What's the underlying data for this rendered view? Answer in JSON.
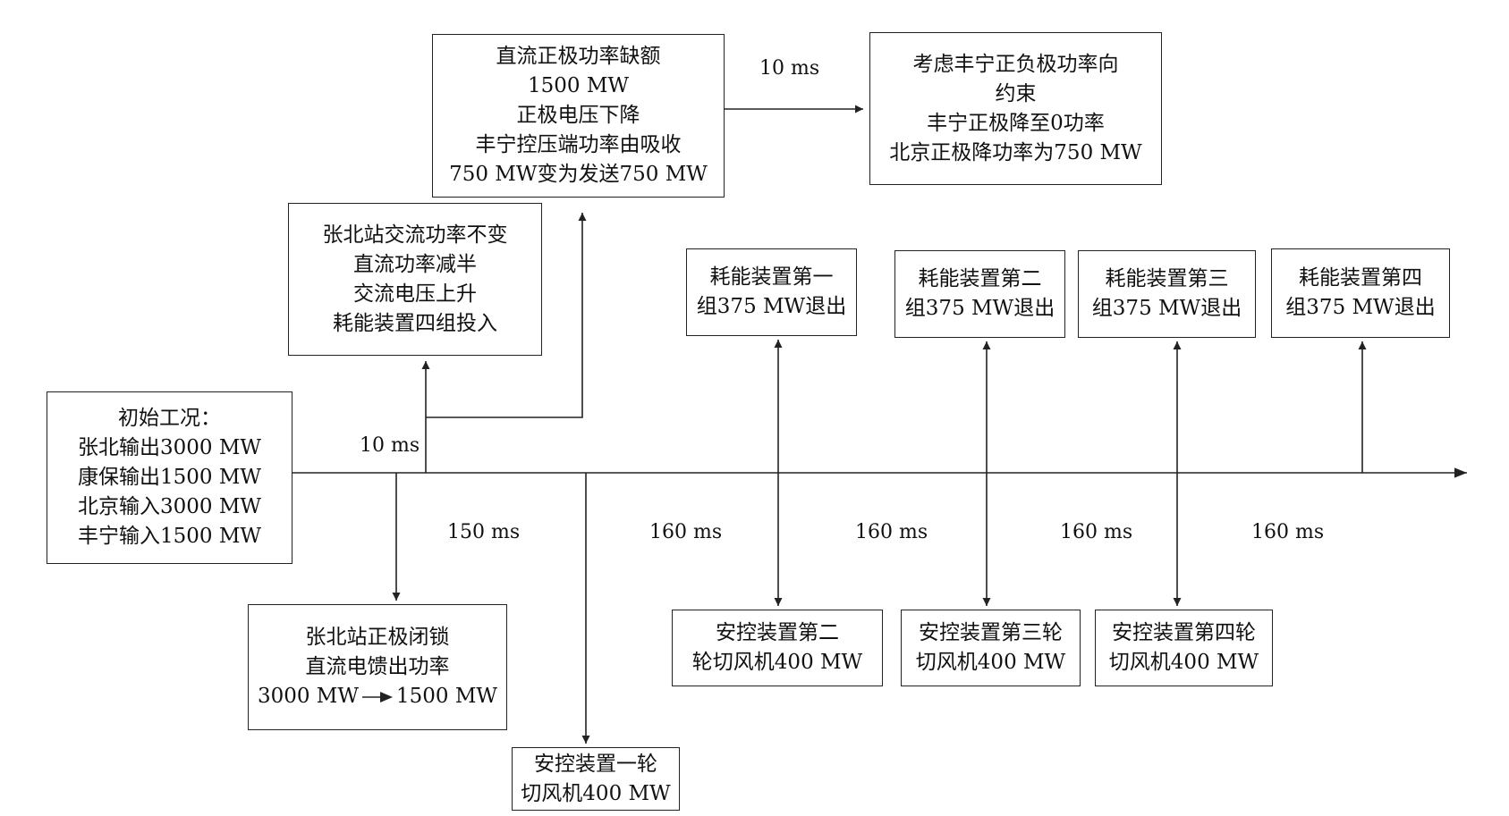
{
  "boxes": {
    "initial": [
      "初始工况：",
      "张北输出3000 MW",
      "康保输出1500 MW",
      "北京输入3000 MW",
      "丰宁输入1500 MW"
    ],
    "zhangbei_ac": [
      "张北站交流功率不变",
      "直流功率减半",
      "交流电压上升",
      "耗能装置四组投入"
    ],
    "dc_positive": [
      "直流正极功率缺额",
      "1500 MW",
      "正极电压下降",
      "丰宁控压端功率由吸收",
      "750 MW变为发送750 MW"
    ],
    "fengning_constraint": [
      "考虑丰宁正负极功率向",
      "约束",
      "丰宁正极降至0功率",
      "北京正极降功率为750 MW"
    ],
    "pole_block": [
      "张北站正极闭锁",
      "直流电馈出功率",
      "3000 MW",
      "1500 MW"
    ],
    "stability_1": [
      "安控装置一轮",
      "切风机400 MW"
    ],
    "energy_1": [
      "耗能装置第一",
      "组375 MW退出"
    ],
    "energy_2": [
      "耗能装置第二",
      "组375 MW退出"
    ],
    "energy_3": [
      "耗能装置第三",
      "组375 MW退出"
    ],
    "energy_4": [
      "耗能装置第四",
      "组375 MW退出"
    ],
    "stability_2": [
      "安控装置第二",
      "轮切风机400 MW"
    ],
    "stability_3": [
      "安控装置第三轮",
      "切风机400 MW"
    ],
    "stability_4": [
      "安控装置第四轮",
      "切风机400 MW"
    ]
  },
  "intervals": {
    "top_10ms": "10 ms",
    "left_10ms": "10 ms",
    "i150": "150 ms",
    "i160a": "160 ms",
    "i160b": "160 ms",
    "i160c": "160 ms",
    "i160d": "160 ms"
  }
}
